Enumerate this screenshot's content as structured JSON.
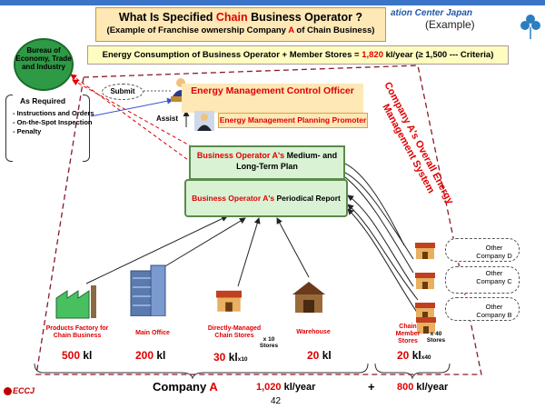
{
  "header": {
    "org_name": "ation Center Japan",
    "example": "(Example)",
    "title_prefix": "What Is Specified ",
    "title_red": "Chain",
    "title_suffix": " Business Operator ?",
    "subtitle_prefix": "(Example of Franchise ownership Company ",
    "subtitle_red": "A",
    "subtitle_suffix": " of Chain Business)"
  },
  "energy": {
    "prefix": "Energy Consumption of Business Operator + Member Stores = ",
    "value": "1,820",
    "suffix": " kl/year (≥ 1,500 --- Criteria)"
  },
  "bureau": {
    "label": "Bureau of Economy, Trade and Industry",
    "as_required": "As Required",
    "items": [
      "- Instructions and Orders",
      "- On-the-Spot Inspection",
      "- Penalty"
    ]
  },
  "submit": "Submit",
  "assist": "Assist",
  "emco": "Energy Management Control Officer",
  "empp": "Energy Management Planning Promoter",
  "side_title": "Company A's Overall Energy Management System",
  "plan": {
    "prefix": "Business Operator A's",
    "suffix": " Medium- and Long-Term Plan"
  },
  "report": {
    "prefix": "Business Operator A's",
    "suffix": " Periodical Report"
  },
  "others": [
    {
      "label": "Other Company D"
    },
    {
      "label": "Other Company C"
    },
    {
      "label": "Other Company B"
    }
  ],
  "facilities": [
    {
      "label": "Products Factory for Chain Business",
      "value": "500",
      "unit": " kl",
      "extra": ""
    },
    {
      "label": "Main Office",
      "value": "200",
      "unit": " kl",
      "extra": ""
    },
    {
      "label": "Directly-Managed Chain Stores",
      "value": "30",
      "unit": " kl",
      "extra": "x10",
      "note": "x 10 Stores"
    },
    {
      "label": "Warehouse",
      "value": "20",
      "unit": " kl",
      "extra": ""
    },
    {
      "label": "Chain Member Stores",
      "value": "20",
      "unit": " kl",
      "extra": "x40",
      "note": "x 40 Stores"
    }
  ],
  "totals": {
    "company_label": "Company ",
    "company_letter": "A",
    "company_value": "1,020",
    "company_unit": " kl/year",
    "plus": "+",
    "member_value": "800",
    "member_unit": " kl/year"
  },
  "page_number": "42",
  "logo_text": "ECCJ",
  "colors": {
    "accent_red": "#e00000",
    "box_orange": "#fde8b6",
    "box_green": "#d9f2d4",
    "bureau_green": "#2f9a45"
  }
}
